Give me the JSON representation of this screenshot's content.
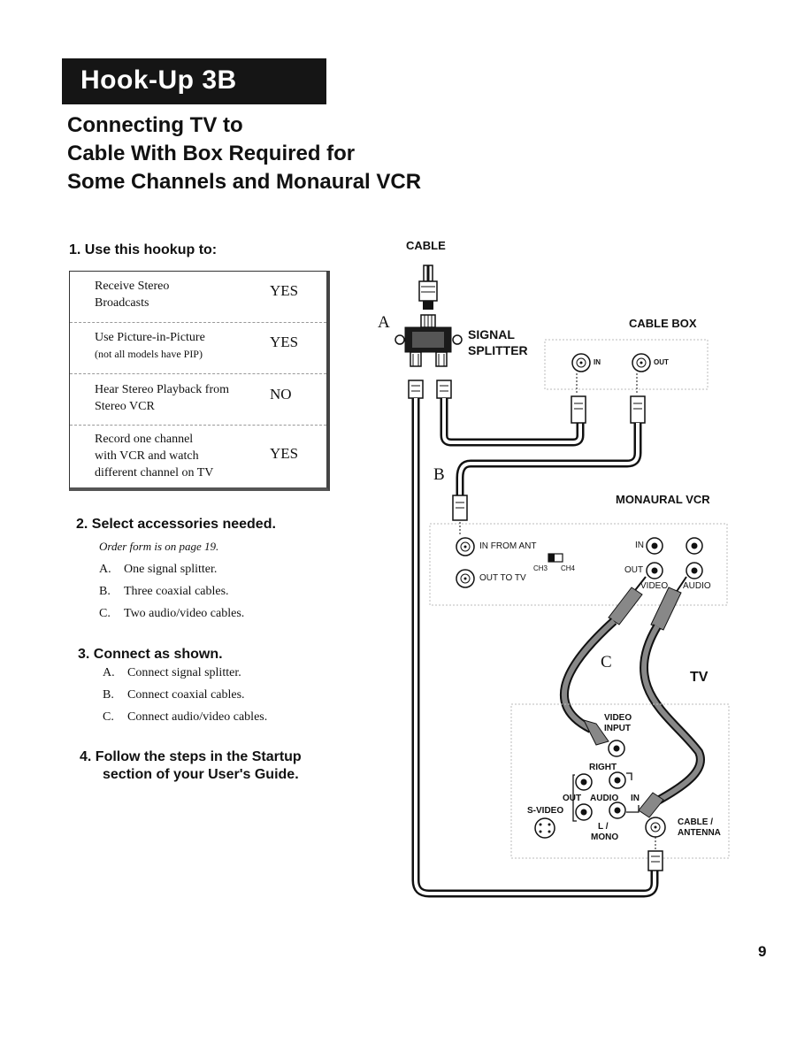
{
  "banner": {
    "title": "Hook-Up 3B"
  },
  "subtitle": {
    "line1": "Connecting TV to",
    "line2": "Cable With Box Required for",
    "line3": "Some Channels and Monaural VCR"
  },
  "step1": {
    "heading": "1. Use this hookup to:",
    "rows": [
      {
        "line1": "Receive Stereo",
        "line2": "Broadcasts",
        "line3": "",
        "value": "YES"
      },
      {
        "line1": "Use Picture-in-Picture",
        "line2": "(not all models have PIP)",
        "line3": "",
        "value": "YES"
      },
      {
        "line1": "Hear Stereo Playback from",
        "line2": "Stereo VCR",
        "line3": "",
        "value": "NO"
      },
      {
        "line1": "Record one channel",
        "line2": "with VCR and watch",
        "line3": "different channel on TV",
        "value": "YES"
      }
    ]
  },
  "step2": {
    "heading": "2. Select accessories needed.",
    "note": "Order form is on page 19.",
    "items": [
      {
        "letter": "A.",
        "text": "One signal splitter."
      },
      {
        "letter": "B.",
        "text": "Three coaxial cables."
      },
      {
        "letter": "C.",
        "text": "Two audio/video cables."
      }
    ]
  },
  "step3": {
    "heading": "3. Connect as shown.",
    "items": [
      {
        "letter": "A.",
        "text": "Connect signal splitter."
      },
      {
        "letter": "B.",
        "text": "Connect coaxial cables."
      },
      {
        "letter": "C.",
        "text": "Connect audio/video cables."
      }
    ]
  },
  "step4": {
    "line1": "4. Follow the steps in the Startup",
    "line2": "section of your User's Guide."
  },
  "diagram": {
    "cable": "CABLE",
    "label_a": "A",
    "label_b": "B",
    "label_c": "C",
    "signal_splitter_1": "SIGNAL",
    "signal_splitter_2": "SPLITTER",
    "cable_box": "CABLE BOX",
    "box_in": "IN",
    "box_out": "OUT",
    "monaural_vcr": "MONAURAL VCR",
    "in_from_ant": "IN FROM ANT",
    "out_to_tv": "OUT TO TV",
    "ch3": "CH3",
    "ch4": "CH4",
    "vcr_in": "IN",
    "vcr_out": "OUT",
    "vcr_video": "VIDEO",
    "vcr_audio": "AUDIO",
    "tv": "TV",
    "video_input_1": "VIDEO",
    "video_input_2": "INPUT",
    "right": "RIGHT",
    "out": "OUT",
    "audio": "AUDIO",
    "in": "IN",
    "s_video": "S-VIDEO",
    "l": "L /",
    "mono": "MONO",
    "cable_antenna_1": "CABLE /",
    "cable_antenna_2": "ANTENNA"
  },
  "page_number": "9"
}
